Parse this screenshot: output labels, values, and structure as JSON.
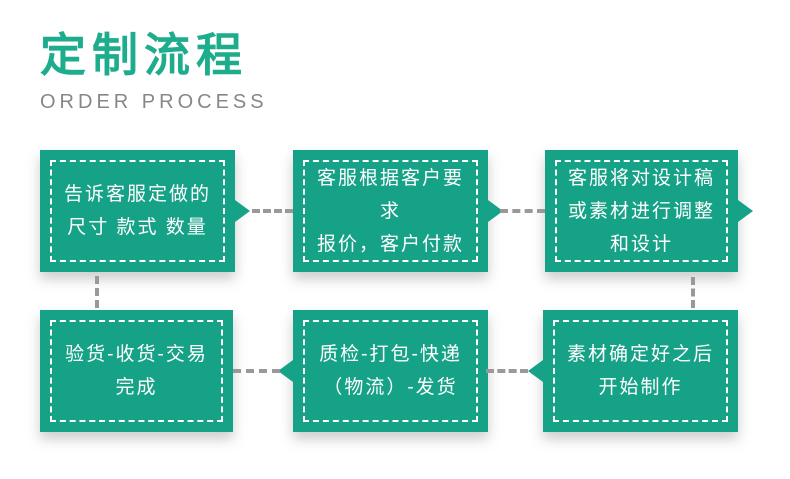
{
  "header": {
    "title": "定制流程",
    "subtitle": "ORDER PROCESS"
  },
  "colors": {
    "box": "#16a287",
    "title": "#1ead8c",
    "subtitle": "#878787",
    "connector": "#999999"
  },
  "steps": [
    {
      "order": 1,
      "text": "告诉客服定做的\n尺寸 款式 数量"
    },
    {
      "order": 2,
      "text": "客服根据客户要求\n报价，客户付款"
    },
    {
      "order": 3,
      "text": "客服将对设计稿\n或素材进行调整\n和设计"
    },
    {
      "order": 4,
      "text": "素材确定好之后\n开始制作"
    },
    {
      "order": 5,
      "text": "质检-打包-快递\n（物流）-发货"
    },
    {
      "order": 6,
      "text": "验货-收货-交易\n完成"
    }
  ]
}
